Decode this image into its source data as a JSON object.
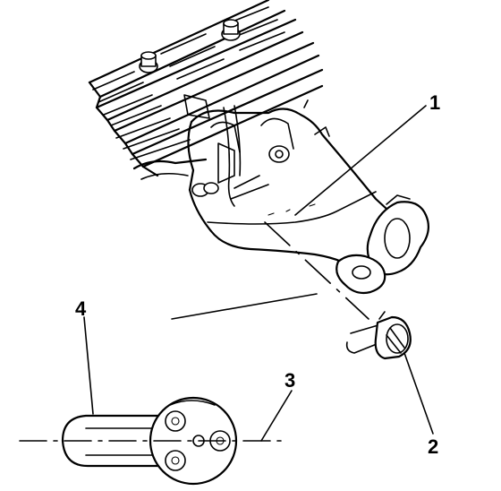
{
  "figure": {
    "callouts": [
      {
        "id": "callout-1",
        "label": "1"
      },
      {
        "id": "callout-2",
        "label": "2"
      },
      {
        "id": "callout-3",
        "label": "3"
      },
      {
        "id": "callout-4",
        "label": "4"
      }
    ]
  }
}
